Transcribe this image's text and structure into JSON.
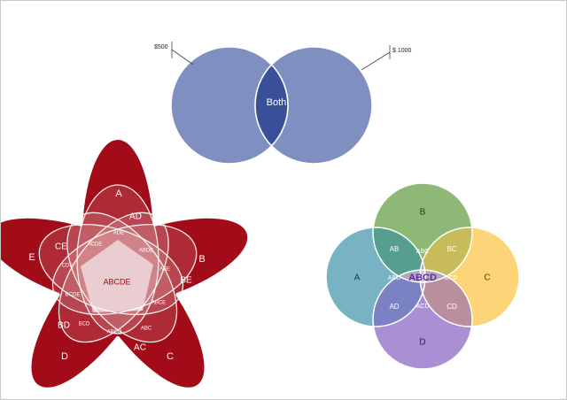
{
  "two_circle": {
    "left_label": "$500",
    "right_label": "$ 1000",
    "center_label": "Both",
    "colors": {
      "circle": "#7f8fc0",
      "overlap": "#3a4f9a",
      "text": "#ffffff"
    }
  },
  "five_set": {
    "set_labels": {
      "A": "A",
      "B": "B",
      "C": "C",
      "D": "D",
      "E": "E"
    },
    "pair_labels": {
      "AD": "AD",
      "BE": "BE",
      "AC": "AC",
      "BD": "BD",
      "CE": "CE"
    },
    "triple_labels": {
      "ADE": "ADE",
      "ABE": "ABE",
      "ABC": "ABC",
      "BCD": "BCD",
      "CDE": "CDE"
    },
    "quad_labels": {
      "ACDE": "ACDE",
      "ABDE": "ABDE",
      "ABCE": "ABCE",
      "ABCD": "ABCD",
      "BCDE": "BCDE"
    },
    "center_label": "ABCDE",
    "colors": {
      "petal": "#a20c18",
      "center": "#e9cdd0",
      "center_text": "#a20c18",
      "text": "#ffffff"
    }
  },
  "four_set": {
    "set_labels": {
      "A": "A",
      "B": "B",
      "C": "C",
      "D": "D"
    },
    "pair_labels": {
      "AB": "AB",
      "BC": "BC",
      "AD": "AD",
      "CD": "CD"
    },
    "triple_labels": {
      "ABC": "ABC",
      "ABD": "ABD",
      "BCD": "BCD",
      "ACD": "ACD"
    },
    "center_label": "ABCD",
    "colors": {
      "A": "#78b3c3",
      "B": "#8db876",
      "C": "#fdd578",
      "D": "#ab8fd5",
      "AB": "#569e8e",
      "BC": "#c7bb5a",
      "AD": "#7a82c4",
      "CD": "#b98e9e",
      "triple": "#b3a7b9",
      "center": "#d2c6ce",
      "center_text": "#5b2fa0"
    }
  }
}
